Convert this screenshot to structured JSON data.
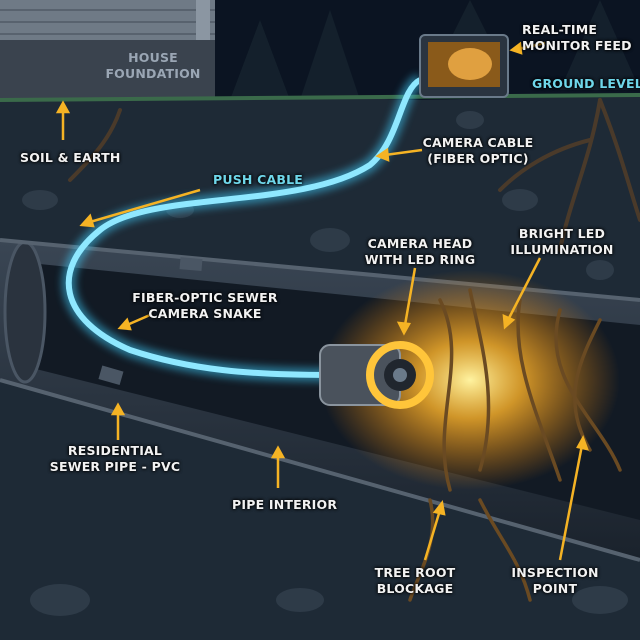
{
  "labels": {
    "house_foundation": [
      "HOUSE",
      "FOUNDATION"
    ],
    "monitor_feed": [
      "REAL-TIME",
      "MONITOR FEED"
    ],
    "ground_level": "GROUND LEVEL",
    "soil_earth": "SOIL & EARTH",
    "camera_cable": [
      "CAMERA CABLE",
      "(FIBER OPTIC)"
    ],
    "push_cable": "PUSH CABLE",
    "camera_head": [
      "CAMERA HEAD",
      "WITH LED RING"
    ],
    "led_illumination": [
      "BRIGHT LED",
      "ILLUMINATION"
    ],
    "camera_snake": [
      "FIBER-OPTIC SEWER",
      "CAMERA SNAKE"
    ],
    "sewer_pipe": [
      "RESIDENTIAL",
      "SEWER PIPE - PVC"
    ],
    "pipe_interior": "PIPE INTERIOR",
    "root_blockage": [
      "TREE ROOT",
      "BLOCKAGE"
    ],
    "inspection_point": [
      "INSPECTION",
      "POINT"
    ]
  },
  "colors": {
    "cable_glow": "#3fd0ff",
    "arrow": "#f5b324",
    "led": "#ffc53a",
    "sky": "#0b1422",
    "soil": "#1e2a36"
  }
}
